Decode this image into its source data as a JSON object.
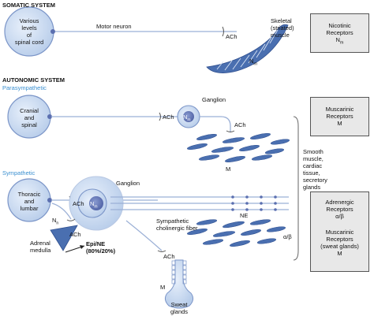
{
  "headers": {
    "somatic": "SOMATIC SYSTEM",
    "autonomic": "AUTONOMIC SYSTEM"
  },
  "subheaders": {
    "parasympathetic": "Parasympathetic",
    "sympathetic": "Sympathetic"
  },
  "somatic": {
    "origin": [
      "Various",
      "levels",
      "of",
      "spinal cord"
    ],
    "neuron_label": "Motor neuron",
    "transmitter": "ACh",
    "target": [
      "Skeletal",
      "(striated)",
      "muscle"
    ],
    "receptor_label": "N",
    "receptor_sub": "m"
  },
  "parasympathetic": {
    "origin": [
      "Cranial",
      "and",
      "spinal"
    ],
    "ganglion_label": "Ganglion",
    "ganglion_receptor": "N",
    "ganglion_receptor_sub": "m",
    "pre_transmitter": "ACh",
    "post_transmitter": "ACh",
    "target_receptor": "M"
  },
  "sympathetic": {
    "origin": [
      "Thoracic",
      "and",
      "lumbar"
    ],
    "ganglion_label": "Ganglion",
    "ganglion_receptor": "N",
    "ganglion_receptor_sub": "m",
    "pre_transmitter": "ACh",
    "post_transmitter": "NE",
    "adrenal_receptor": "N",
    "adrenal_receptor_sub": "n",
    "adrenal_transmitter": "ACh",
    "adrenal_label": [
      "Adrenal",
      "medulla"
    ],
    "adrenal_output": [
      "Epi/NE",
      "(80%/20%)"
    ],
    "cholinergic_label": [
      "Sympathetic",
      "cholinergic fiber"
    ],
    "cholinergic_transmitter": "ACh",
    "target_receptor": "α/β",
    "sweat_receptor": "M",
    "sweat_label": [
      "Sweat",
      "glands"
    ]
  },
  "targets": [
    "Smooth",
    "muscle,",
    "cardiac",
    "tissue,",
    "secretory",
    "glands"
  ],
  "receptor_boxes": {
    "nicotinic": [
      "Nicotinic",
      "Receptors",
      "N"
    ],
    "nicotinic_sub": "m",
    "muscarinic": [
      "Muscarinic",
      "Receptors",
      "M"
    ],
    "adrenergic": [
      "Adrenergic",
      "Receptors",
      "α/β"
    ],
    "muscarinic_sweat": [
      "Muscarinic",
      "Receptors",
      "(sweat glands)",
      "M"
    ]
  },
  "colors": {
    "cell_fill": "#c9daf0",
    "cell_stroke": "#6f8fc4",
    "nucleus": "#5b6fb0",
    "line": "#8aa4cf",
    "muscle": "#4a6fb0",
    "box_fill": "#e8e8e8",
    "subheader": "#3a8fd0"
  }
}
